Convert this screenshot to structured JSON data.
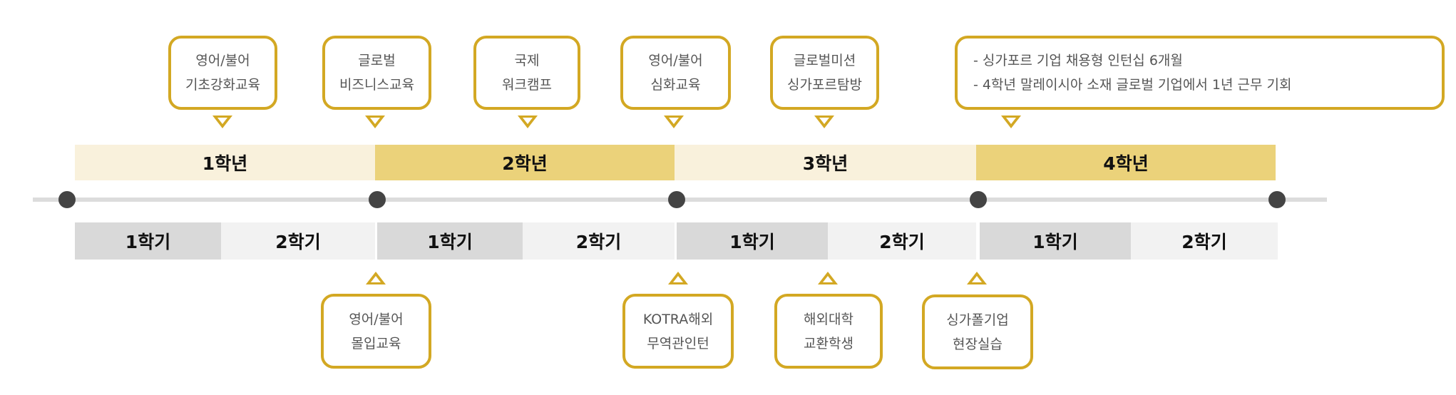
{
  "top_events": [
    {
      "lines": [
        "영어/불어",
        "기초강화교육"
      ]
    },
    {
      "lines": [
        "글로벌",
        "비즈니스교육"
      ]
    },
    {
      "lines": [
        "국제",
        "워크캠프"
      ]
    },
    {
      "lines": [
        "영어/불어",
        "심화교육"
      ]
    },
    {
      "lines": [
        "글로벌미션",
        "싱가포르탐방"
      ]
    },
    {
      "lines": [
        "- 싱가포르 기업 채용형 인턴십 6개월",
        "- 4학년 말레이시아 소재 글로벌 기업에서 1년 근무 기회"
      ]
    }
  ],
  "years": [
    "1학년",
    "2학년",
    "3학년",
    "4학년"
  ],
  "semesters": [
    "1학기",
    "2학기",
    "1학기",
    "2학기",
    "1학기",
    "2학기",
    "1학기",
    "2학기"
  ],
  "bottom_events": [
    {
      "lines": [
        "영어/불어",
        "몰입교육"
      ]
    },
    {
      "lines": [
        "KOTRA해외",
        "무역관인턴"
      ]
    },
    {
      "lines": [
        "해외대학",
        "교환학생"
      ]
    },
    {
      "lines": [
        "싱가폴기업",
        "현장실습"
      ]
    }
  ],
  "colors": {
    "accent": "#d3a823",
    "year_dark": "#ebd27a",
    "year_light": "#f9f1dc",
    "sem_dark": "#d9d9d9",
    "sem_light": "#f2f2f2",
    "dot": "#444444"
  }
}
